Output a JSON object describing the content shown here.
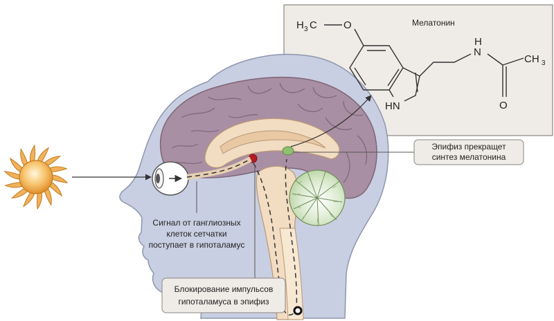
{
  "molecule": {
    "name": "Мелатонин",
    "atoms": {
      "methoxy_h": "H",
      "methoxy_sub": "3",
      "methoxy_c": "C",
      "oxygen": "O",
      "amide_n": "N",
      "amide_h": "H",
      "ring_nh": "HN",
      "methyl_c": "CH",
      "methyl_sub": "3",
      "carbonyl_o": "O"
    }
  },
  "labels": {
    "pineal": [
      "Эпифиз прекращет",
      "синтез мелатонина"
    ],
    "retina_signal": [
      "Сигнал от ганглиозных",
      "клеток сетчатки",
      "поступает в гипоталамус"
    ],
    "blocking": [
      "Блокирование импульсов",
      "гипоталамуса в эпифиз"
    ]
  },
  "colors": {
    "panel_bg": "#efebe6",
    "skin": "#c9cfe2",
    "brain": "#a98fa3",
    "inner_brain": "#f2dcc2",
    "cerebellum": "#d5e6c4",
    "sun": "#f0b25a",
    "hypothalamus": "#b31c24",
    "pineal": "#8fbf6f"
  }
}
